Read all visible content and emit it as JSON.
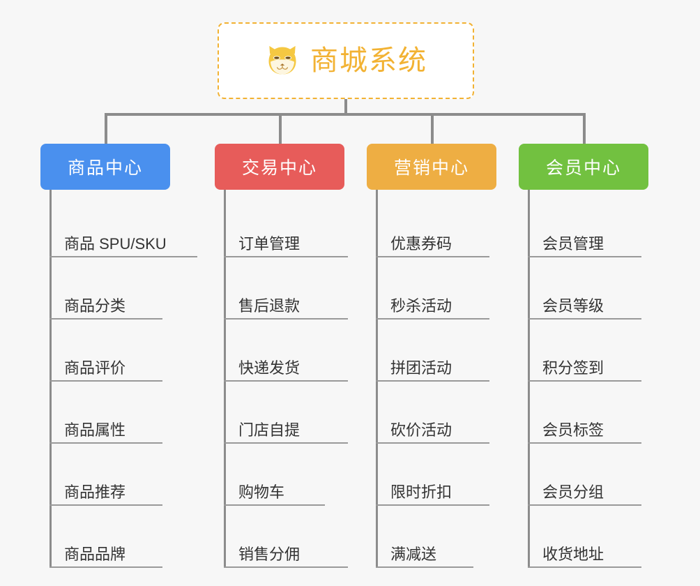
{
  "root": {
    "title": "商城系统",
    "icon": "shiba-dog-icon",
    "border_color": "#f2b233",
    "text_color": "#f2b233",
    "background": "#ffffff"
  },
  "canvas": {
    "background": "#f7f7f7",
    "line_color": "#8c8c8c",
    "rule_color": "#999999",
    "leaf_text_color": "#333333"
  },
  "categories": [
    {
      "label": "商品中心",
      "color": "#4a90ee",
      "items": [
        "商品 SPU/SKU",
        "商品分类",
        "商品评价",
        "商品属性",
        "商品推荐",
        "商品品牌"
      ]
    },
    {
      "label": "交易中心",
      "color": "#e75c5a",
      "items": [
        "订单管理",
        "售后退款",
        "快递发货",
        "门店自提",
        "购物车",
        "销售分佣"
      ]
    },
    {
      "label": "营销中心",
      "color": "#eeae43",
      "items": [
        "优惠券码",
        "秒杀活动",
        "拼团活动",
        "砍价活动",
        "限时折扣",
        "满减送"
      ]
    },
    {
      "label": "会员中心",
      "color": "#72c140",
      "items": [
        "会员管理",
        "会员等级",
        "积分签到",
        "会员标签",
        "会员分组",
        "收货地址"
      ]
    }
  ]
}
